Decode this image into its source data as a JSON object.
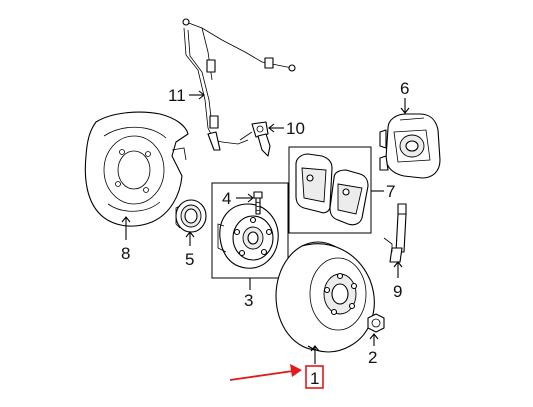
{
  "callouts": {
    "c1": "1",
    "c2": "2",
    "c3": "3",
    "c4": "4",
    "c5": "5",
    "c6": "6",
    "c7": "7",
    "c8": "8",
    "c9": "9",
    "c10": "10",
    "c11": "11"
  },
  "colors": {
    "highlight": "#e01b1b",
    "line": "#000000",
    "background": "#ffffff"
  }
}
